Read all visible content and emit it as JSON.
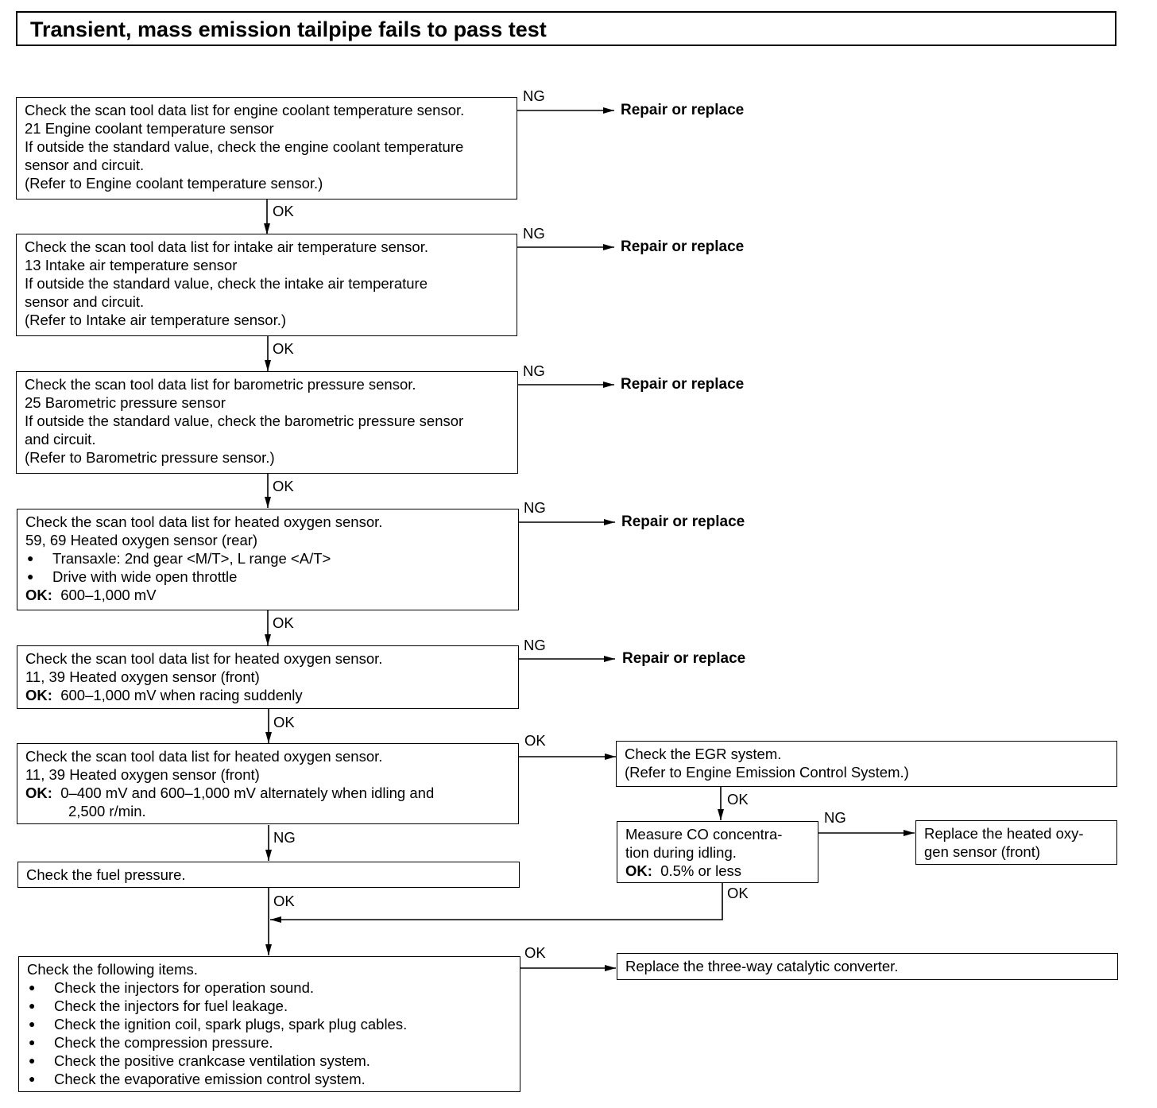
{
  "title": "Transient, mass emission tailpipe fails to pass test",
  "box1": {
    "l1": "Check the scan tool data list for engine coolant temperature sensor.",
    "l2": "21 Engine coolant temperature sensor",
    "l3": "If outside the standard value, check the engine coolant temperature",
    "l4": "sensor and circuit.",
    "l5": "(Refer to Engine coolant temperature sensor.)"
  },
  "box2": {
    "l1": "Check the scan tool data list for intake air temperature sensor.",
    "l2": "13 Intake air temperature sensor",
    "l3": "If outside the standard value, check the intake air temperature",
    "l4": "sensor and circuit.",
    "l5": "(Refer to Intake air temperature sensor.)"
  },
  "box3": {
    "l1": "Check the scan tool data list for barometric pressure sensor.",
    "l2": "25 Barometric pressure sensor",
    "l3": "If outside the standard value, check the barometric pressure sensor",
    "l4": "and circuit.",
    "l5": "(Refer to Barometric pressure sensor.)"
  },
  "box4": {
    "l1": "Check the scan tool data list for heated oxygen sensor.",
    "l2": "59, 69 Heated oxygen sensor (rear)",
    "b1": "Transaxle: 2nd gear <M/T>, L range <A/T>",
    "b2": "Drive with wide open throttle",
    "ok_key": "OK:",
    "ok_val": "600–1,000 mV"
  },
  "box5": {
    "l1": "Check the scan tool data list for heated oxygen sensor.",
    "l2": "11, 39 Heated oxygen sensor (front)",
    "ok_key": "OK:",
    "ok_val": "600–1,000 mV when racing suddenly"
  },
  "box6": {
    "l1": "Check the scan tool data list for heated oxygen sensor.",
    "l2": "11, 39 Heated oxygen sensor (front)",
    "ok_key": "OK:",
    "ok_val": "0–400 mV and 600–1,000 mV alternately when idling and",
    "ok_val2": "2,500 r/min."
  },
  "box7": {
    "l1": "Check the fuel pressure."
  },
  "box8": {
    "l1": "Check the following items.",
    "items": [
      "Check the injectors for operation sound.",
      "Check the injectors for fuel leakage.",
      "Check the ignition coil, spark plugs, spark plug cables.",
      "Check the compression pressure.",
      "Check the positive crankcase ventilation system.",
      "Check the evaporative emission control system."
    ]
  },
  "egr": {
    "l1": "Check the EGR system.",
    "l2": "(Refer to Engine Emission Control System.)"
  },
  "co": {
    "l1": "Measure CO concentra-",
    "l2": "tion during idling.",
    "ok_key": "OK:",
    "ok_val": "0.5% or less"
  },
  "replace_o2": {
    "l1": "Replace the heated oxy-",
    "l2": "gen sensor (front)"
  },
  "replace_cat": {
    "l1": "Replace the three-way catalytic converter."
  },
  "labels": {
    "ok": "OK",
    "ng": "NG",
    "repair": "Repair or replace"
  }
}
